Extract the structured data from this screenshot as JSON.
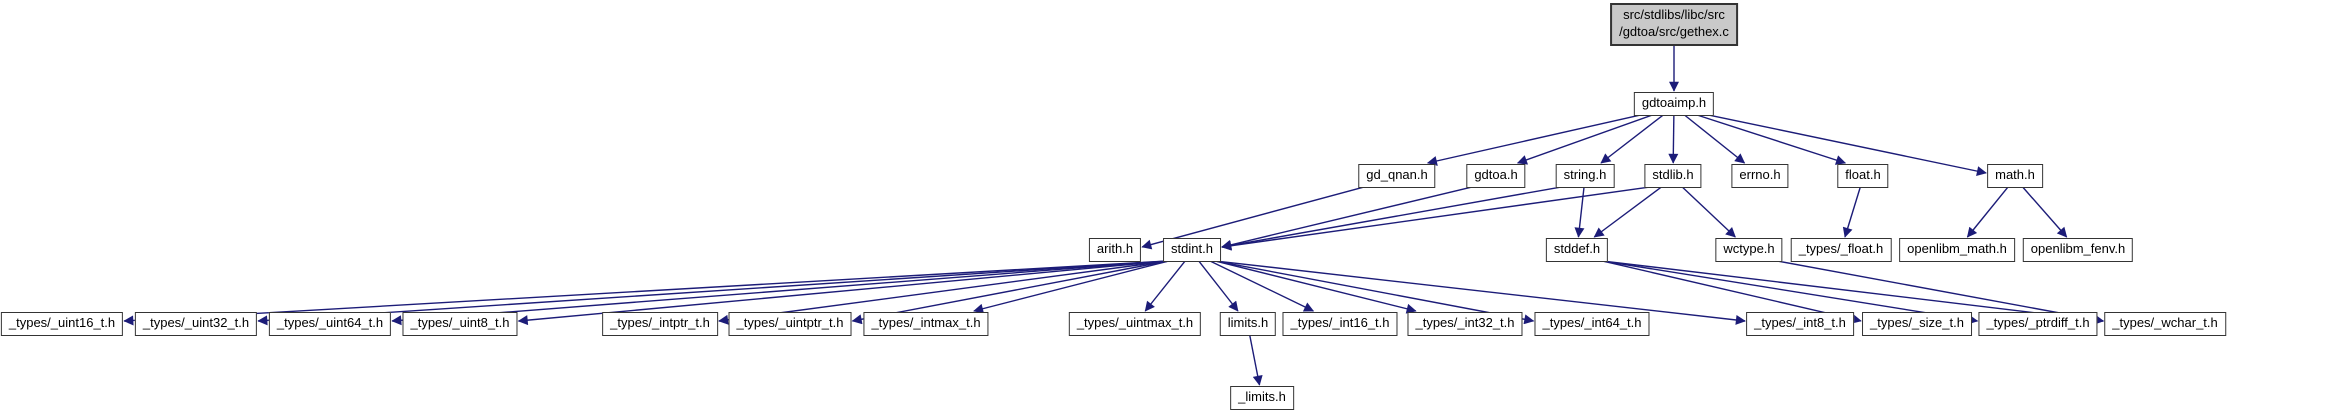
{
  "graph": {
    "background_color": "#ffffff",
    "edge_color": "#1c1c78",
    "node_border_color": "#343434",
    "root_fill_color": "#c9c9c9",
    "nodes": {
      "gethex": {
        "label": "src/stdlibs/libc/src\n/gdtoa/src/gethex.c"
      },
      "gdtoaimp": {
        "label": "gdtoaimp.h"
      },
      "gd_qnan": {
        "label": "gd_qnan.h"
      },
      "gdtoa": {
        "label": "gdtoa.h"
      },
      "string": {
        "label": "string.h"
      },
      "stdlib": {
        "label": "stdlib.h"
      },
      "errno": {
        "label": "errno.h"
      },
      "float": {
        "label": "float.h"
      },
      "math": {
        "label": "math.h"
      },
      "arith": {
        "label": "arith.h"
      },
      "stdint": {
        "label": "stdint.h"
      },
      "stddef": {
        "label": "stddef.h"
      },
      "wctype": {
        "label": "wctype.h"
      },
      "types_float": {
        "label": "_types/_float.h"
      },
      "openlibm_math": {
        "label": "openlibm_math.h"
      },
      "openlibm_fenv": {
        "label": "openlibm_fenv.h"
      },
      "uint16": {
        "label": "_types/_uint16_t.h"
      },
      "uint32": {
        "label": "_types/_uint32_t.h"
      },
      "uint64": {
        "label": "_types/_uint64_t.h"
      },
      "uint8": {
        "label": "_types/_uint8_t.h"
      },
      "intptr": {
        "label": "_types/_intptr_t.h"
      },
      "uintptr": {
        "label": "_types/_uintptr_t.h"
      },
      "intmax": {
        "label": "_types/_intmax_t.h"
      },
      "uintmax": {
        "label": "_types/_uintmax_t.h"
      },
      "limits": {
        "label": "limits.h"
      },
      "int16": {
        "label": "_types/_int16_t.h"
      },
      "int32": {
        "label": "_types/_int32_t.h"
      },
      "int64": {
        "label": "_types/_int64_t.h"
      },
      "int8": {
        "label": "_types/_int8_t.h"
      },
      "size": {
        "label": "_types/_size_t.h"
      },
      "ptrdiff": {
        "label": "_types/_ptrdiff_t.h"
      },
      "wchar": {
        "label": "_types/_wchar_t.h"
      },
      "limits_private": {
        "label": "_limits.h"
      }
    },
    "edges": [
      {
        "from": "gethex",
        "to": "gdtoaimp"
      },
      {
        "from": "gdtoaimp",
        "to": "gd_qnan"
      },
      {
        "from": "gdtoaimp",
        "to": "gdtoa"
      },
      {
        "from": "gdtoaimp",
        "to": "string"
      },
      {
        "from": "gdtoaimp",
        "to": "stdlib"
      },
      {
        "from": "gdtoaimp",
        "to": "errno"
      },
      {
        "from": "gdtoaimp",
        "to": "float"
      },
      {
        "from": "gdtoaimp",
        "to": "math"
      },
      {
        "from": "gd_qnan",
        "to": "arith"
      },
      {
        "from": "gdtoa",
        "to": "stdint"
      },
      {
        "from": "string",
        "to": "stdint"
      },
      {
        "from": "string",
        "to": "stddef"
      },
      {
        "from": "stdlib",
        "to": "stdint"
      },
      {
        "from": "stdlib",
        "to": "stddef"
      },
      {
        "from": "stdlib",
        "to": "wctype"
      },
      {
        "from": "float",
        "to": "types_float"
      },
      {
        "from": "math",
        "to": "openlibm_math"
      },
      {
        "from": "math",
        "to": "openlibm_fenv"
      },
      {
        "from": "stdint",
        "to": "uint16"
      },
      {
        "from": "stdint",
        "to": "uint32"
      },
      {
        "from": "stdint",
        "to": "uint64"
      },
      {
        "from": "stdint",
        "to": "uint8"
      },
      {
        "from": "stdint",
        "to": "intptr"
      },
      {
        "from": "stdint",
        "to": "uintptr"
      },
      {
        "from": "stdint",
        "to": "intmax"
      },
      {
        "from": "stdint",
        "to": "uintmax"
      },
      {
        "from": "stdint",
        "to": "limits"
      },
      {
        "from": "stdint",
        "to": "int16"
      },
      {
        "from": "stdint",
        "to": "int32"
      },
      {
        "from": "stdint",
        "to": "int64"
      },
      {
        "from": "stdint",
        "to": "int8"
      },
      {
        "from": "stddef",
        "to": "size"
      },
      {
        "from": "stddef",
        "to": "ptrdiff"
      },
      {
        "from": "stddef",
        "to": "wchar"
      },
      {
        "from": "wctype",
        "to": "wchar"
      },
      {
        "from": "limits",
        "to": "limits_private"
      }
    ]
  }
}
